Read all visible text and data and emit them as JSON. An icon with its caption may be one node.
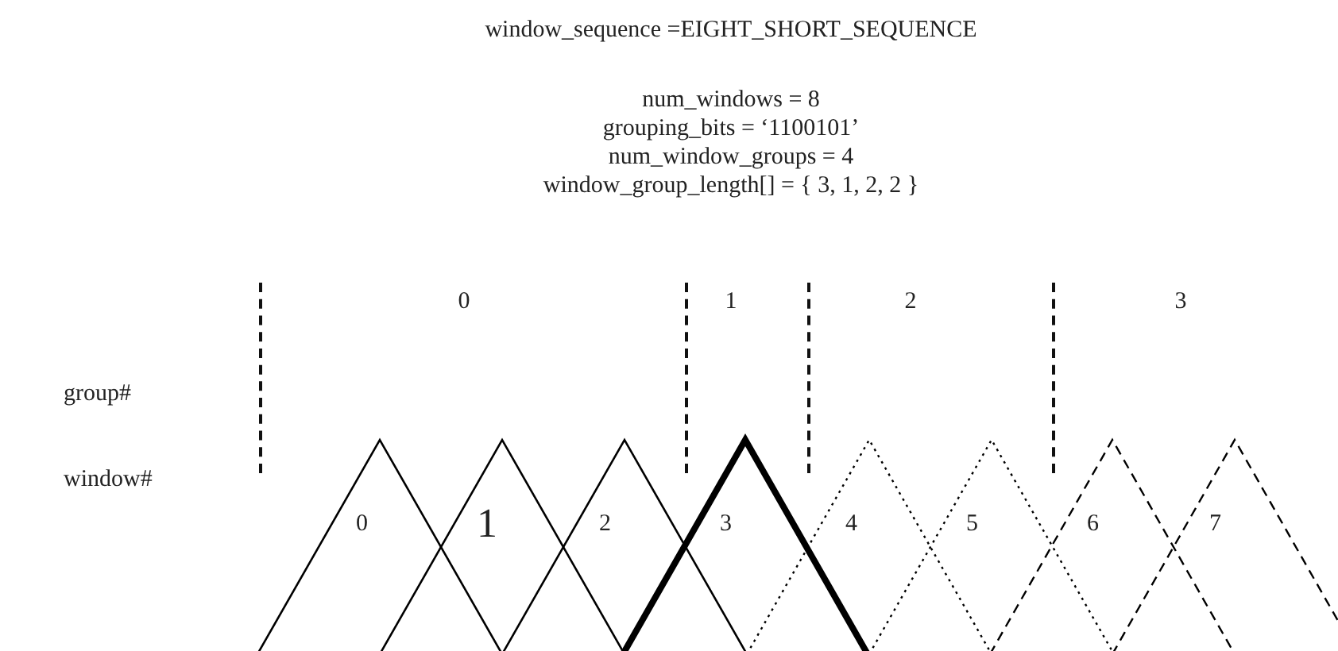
{
  "diagram": {
    "title": "window_sequence =EIGHT_SHORT_SEQUENCE",
    "labels": [
      "num_windows = 8",
      "grouping_bits = ‘1100101’",
      "num_window_groups = 4",
      "window_group_length[] = { 3, 1, 2, 2 }",
      "0",
      "1",
      "2",
      "3",
      "group#",
      "window#",
      "0",
      "1",
      "2",
      "3",
      "4",
      "5",
      "6",
      "7"
    ]
  }
}
